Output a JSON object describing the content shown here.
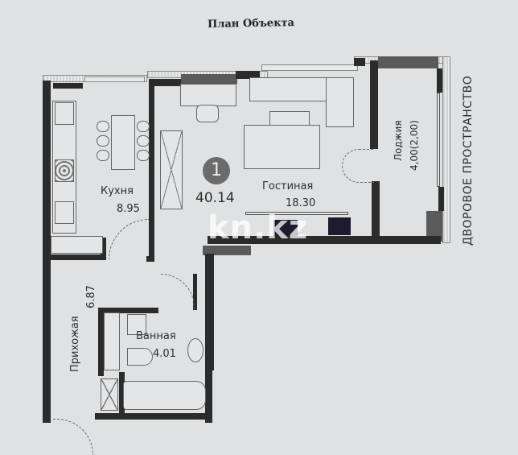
{
  "plan": {
    "title": "План Объекта",
    "apartment_number": "1",
    "total_area": "40.14",
    "courtyard_label": "ДВОРОВОЕ ПРОСТРАНСТВО",
    "watermark": "kn.kz"
  },
  "rooms": [
    {
      "name": "Кухня",
      "area": "8.95"
    },
    {
      "name": "Гостиная",
      "area": "18.30"
    },
    {
      "name": "Лоджия",
      "area": "4,00(2,00)"
    },
    {
      "name": "Прихожая",
      "area": "6.87"
    },
    {
      "name": "Ванная",
      "area": "4.01"
    }
  ],
  "colors": {
    "background": "#dfe1e2",
    "wall": "#2b2b2b",
    "badge": "#6b6b6b"
  }
}
